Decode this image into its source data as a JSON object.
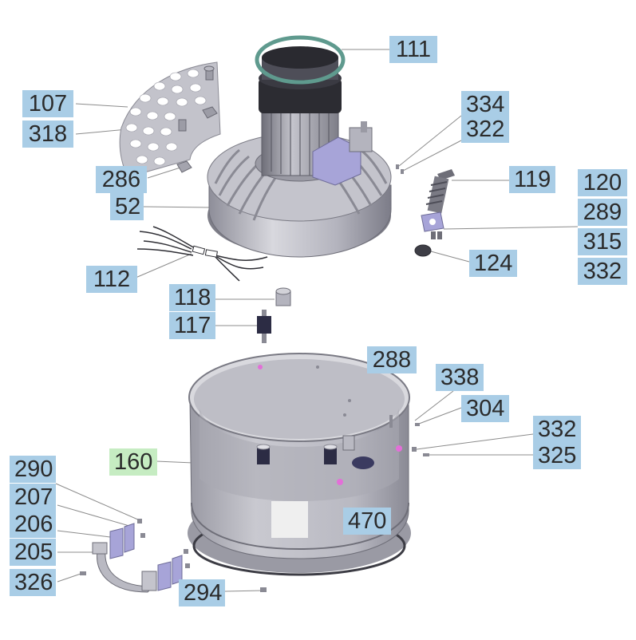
{
  "callouts": {
    "c111": "111",
    "c107": "107",
    "c318": "318",
    "c286": "286",
    "c52": "52",
    "c112": "112",
    "c334": "334",
    "c322": "322",
    "c119": "119",
    "c120": "120",
    "c289": "289",
    "c315": "315",
    "c332a": "332",
    "c124": "124",
    "c118": "118",
    "c117": "117",
    "c288": "288",
    "c338": "338",
    "c304": "304",
    "c332b": "332",
    "c325": "325",
    "c160": "160",
    "c470": "470",
    "c290": "290",
    "c207": "207",
    "c206": "206",
    "c205": "205",
    "c326": "326",
    "c294": "294"
  },
  "colors": {
    "callout_bg": "#a9cde6",
    "callout_highlight_bg": "#c6ecc2",
    "part_gray": "#b9b9c2",
    "part_dark": "#5b5b66",
    "accent_pink": "#e36fd8",
    "gasket_teal": "#5f9a8e"
  }
}
